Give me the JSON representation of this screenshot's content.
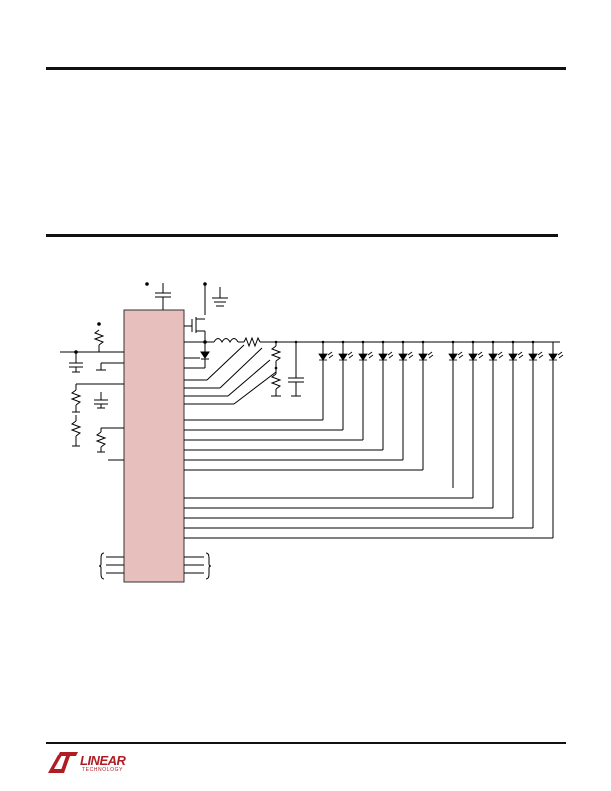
{
  "page": {
    "title_block": "",
    "body_text": "",
    "figure_caption": ""
  },
  "schematic": {
    "controller_ic": {
      "fill": "#e7c0bd",
      "pin_labels": []
    },
    "led_string_count": 12,
    "colors": {
      "wire": "#000000",
      "ic_fill": "#e7c0bd",
      "logo_red": "#b01c24"
    }
  },
  "footer": {
    "logo_name": "Linear Technology",
    "logo_wordmark": "LINEAR",
    "logo_sub": "TECHNOLOGY",
    "page_number": ""
  }
}
